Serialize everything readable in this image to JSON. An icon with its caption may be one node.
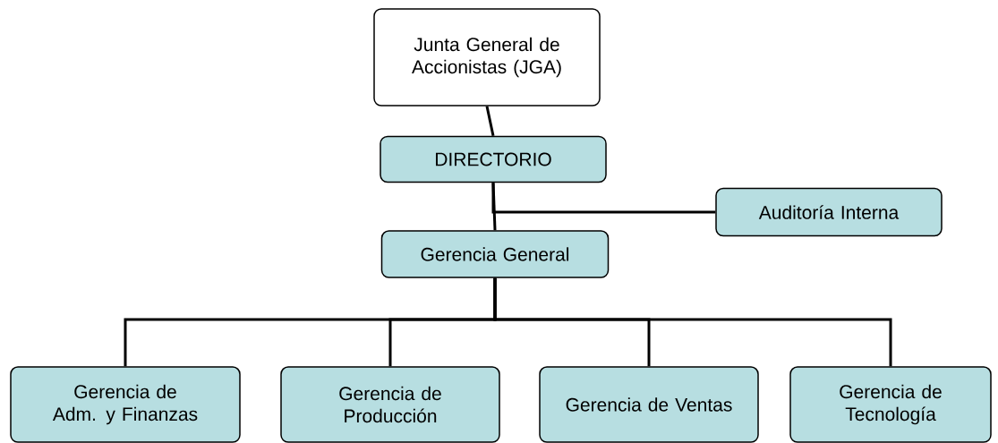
{
  "diagram": {
    "nodes": [
      {
        "text": [
          "Junta General de Accionistas (JGA)"
        ]
      },
      {
        "text": [
          "DIRECTORIO"
        ]
      },
      {
        "text": [
          "Auditoría Interna"
        ]
      },
      {
        "text": [
          "Gerencia General"
        ]
      },
      {
        "text": [
          "Gerencia de Adm. y Finanzas"
        ]
      },
      {
        "text": [
          "Gerencia de Producción"
        ]
      },
      {
        "text": [
          "Gerencia de Ventas"
        ]
      },
      {
        "text": [
          "Gerencia de Tecnología"
        ]
      }
    ],
    "edges": [
      {
        "from": 0,
        "to": 1,
        "arrow": "none"
      },
      {
        "from": 1,
        "to": 3,
        "arrow": "none"
      },
      {
        "from": 1,
        "to": 2,
        "arrow": "none"
      },
      {
        "from": 3,
        "to": 4,
        "arrow": "none"
      },
      {
        "from": 3,
        "to": 5,
        "arrow": "none"
      },
      {
        "from": 3,
        "to": 6,
        "arrow": "none"
      },
      {
        "from": 3,
        "to": 7,
        "arrow": "none"
      }
    ]
  }
}
